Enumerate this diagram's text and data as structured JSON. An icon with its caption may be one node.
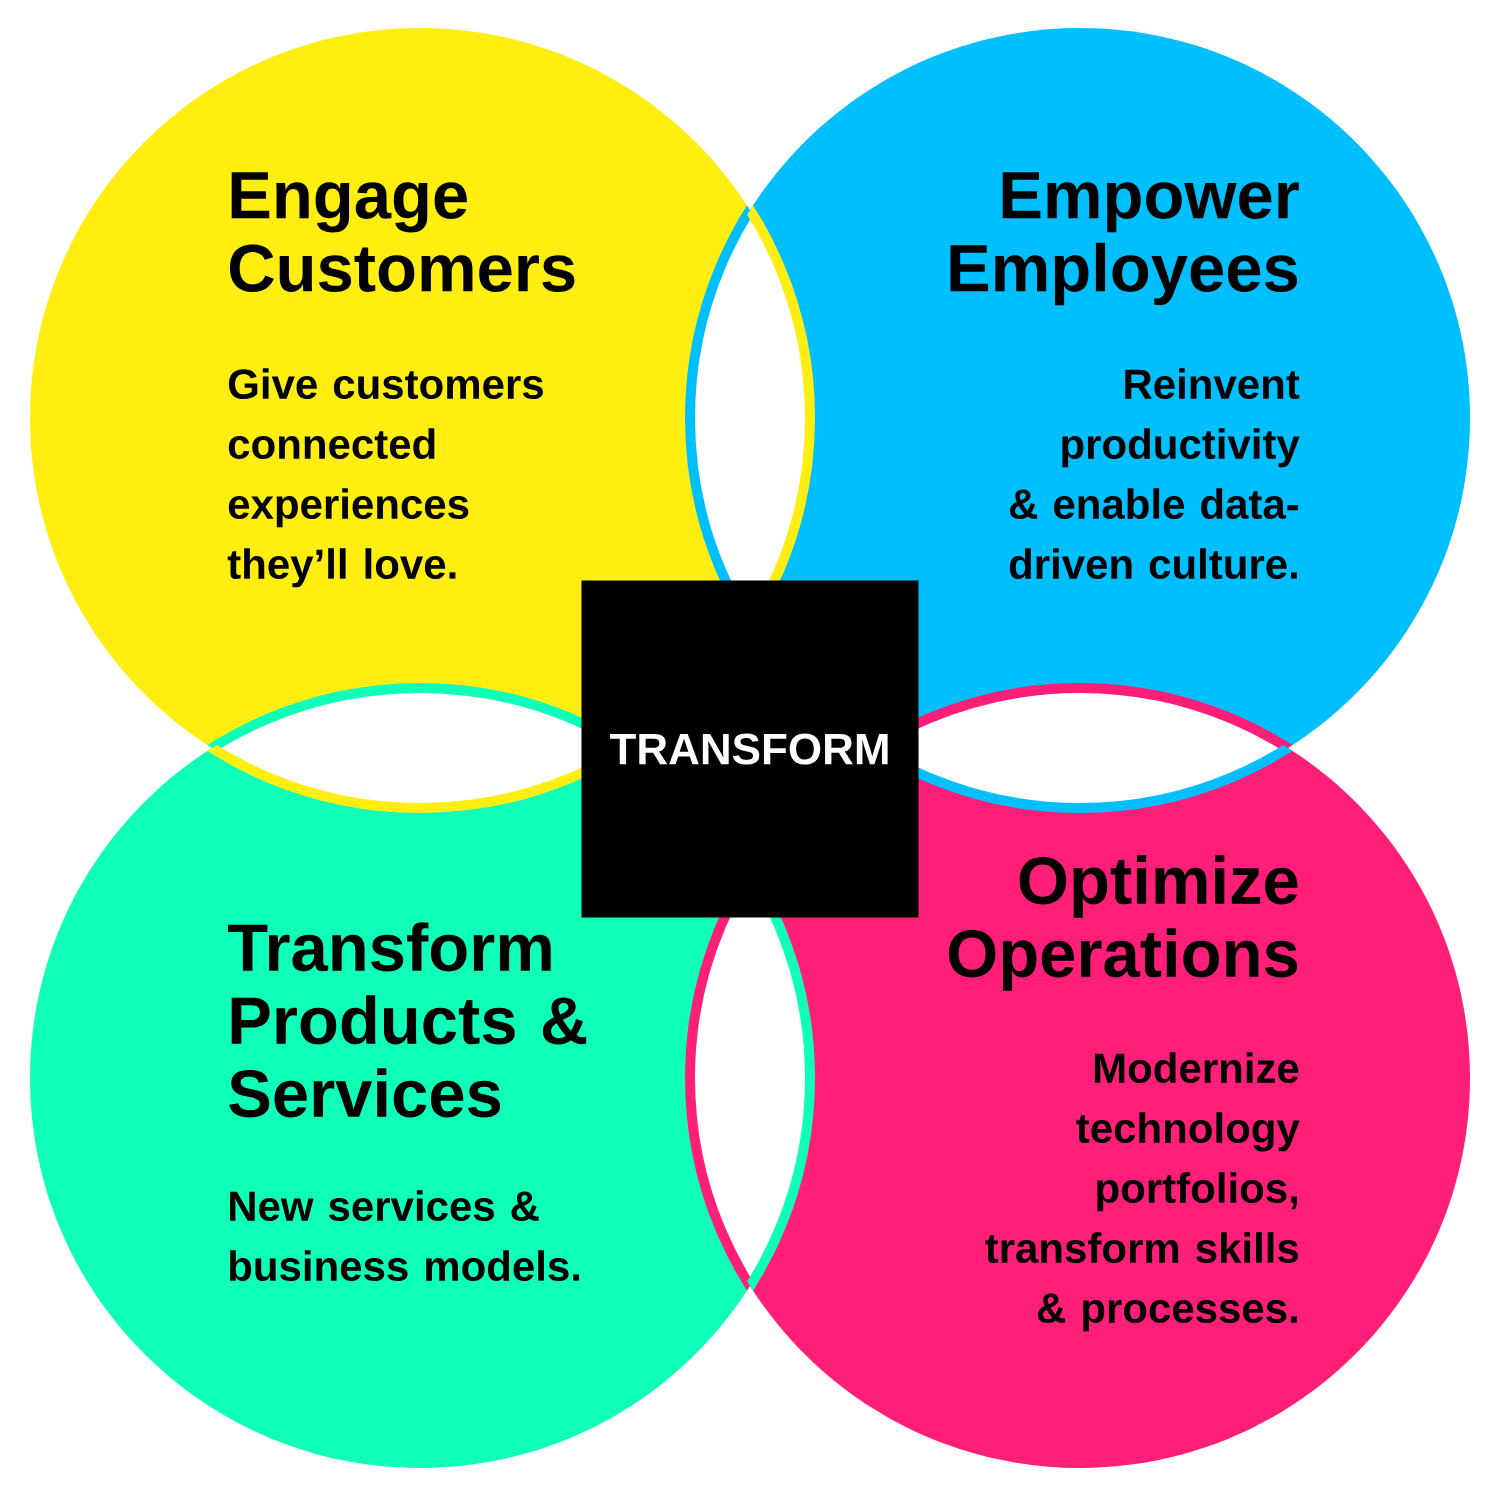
{
  "diagram": {
    "nodes": [
      {
        "text": [
          "Engage Customers",
          "Give customers connected experiences they’ll love."
        ]
      },
      {
        "text": [
          "Empower Employees",
          "Reinvent productivity & enable data-driven culture."
        ]
      },
      {
        "text": [
          "Transform Products & Services",
          "New services & business models."
        ]
      },
      {
        "text": [
          "Optimize Operations",
          "Modernize technology portfolios, transform skills & processes."
        ]
      },
      {
        "text": [
          "TRANSFORM"
        ]
      }
    ]
  }
}
